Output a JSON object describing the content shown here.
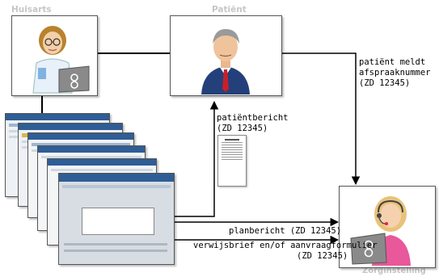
{
  "roles": {
    "gp": "Huisarts",
    "patient": "Patiënt",
    "facility": "Zorginstelling"
  },
  "flows": {
    "patient_to_facility": {
      "line1": "patiënt meldt",
      "line2": "afspraaknummer",
      "line3": "(ZD 12345)"
    },
    "patient_report": {
      "line1": "patiëntbericht",
      "line2": "(ZD 12345)"
    },
    "plan_report": "planbericht (ZD 12345)",
    "referral": {
      "line1": "verwijsbrief en/of aanvraagformulier",
      "line2": "(ZD 12345)"
    }
  },
  "colors": {
    "line": "#000000",
    "role_label": "#c6c6c6",
    "screen_blue": "#2f5d95"
  },
  "icons": [
    "doctor-icon",
    "patient-icon",
    "receptionist-icon",
    "document-icon"
  ]
}
